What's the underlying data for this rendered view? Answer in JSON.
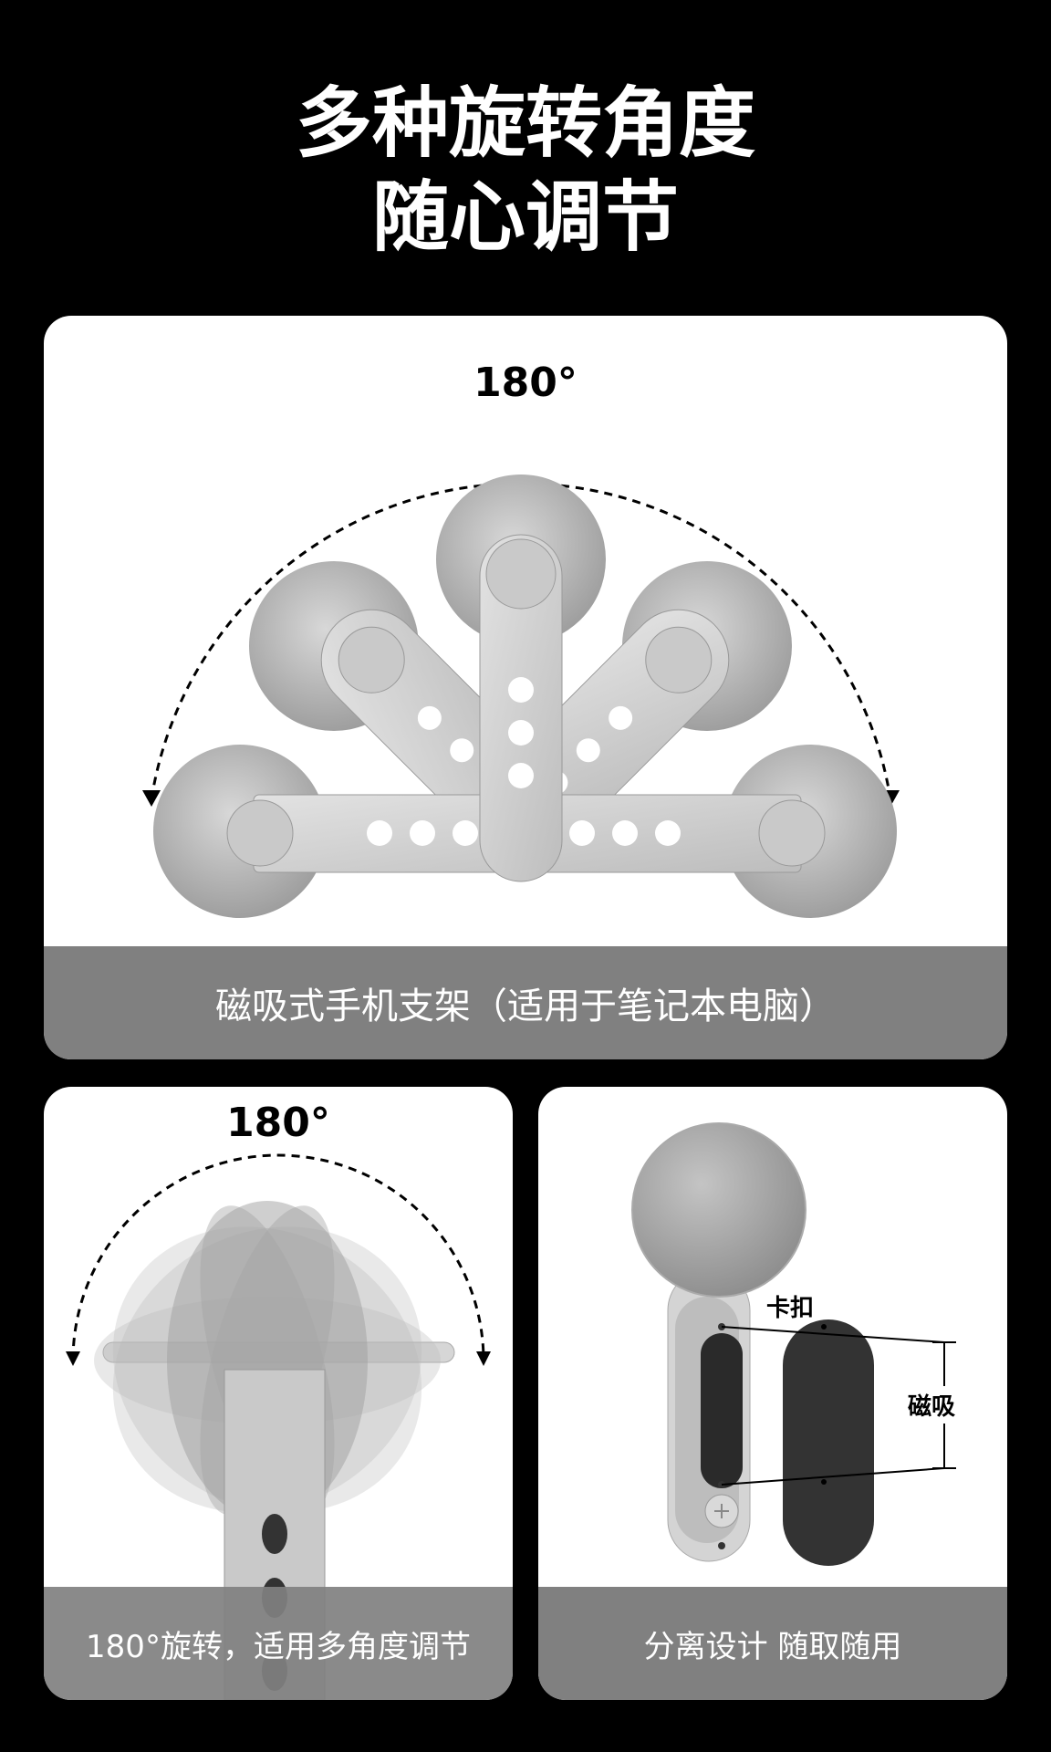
{
  "headline": {
    "line1": "多种旋转角度",
    "line2": "随心调节"
  },
  "card_top": {
    "angle": "180°",
    "caption": "磁吸式手机支架（适用于笔记本电脑）"
  },
  "card_left": {
    "angle": "180°",
    "caption": "180°旋转，适用多角度调节"
  },
  "card_right": {
    "clip_label": "卡扣",
    "magnet_label": "磁吸",
    "caption": "分离设计 随取随用"
  }
}
